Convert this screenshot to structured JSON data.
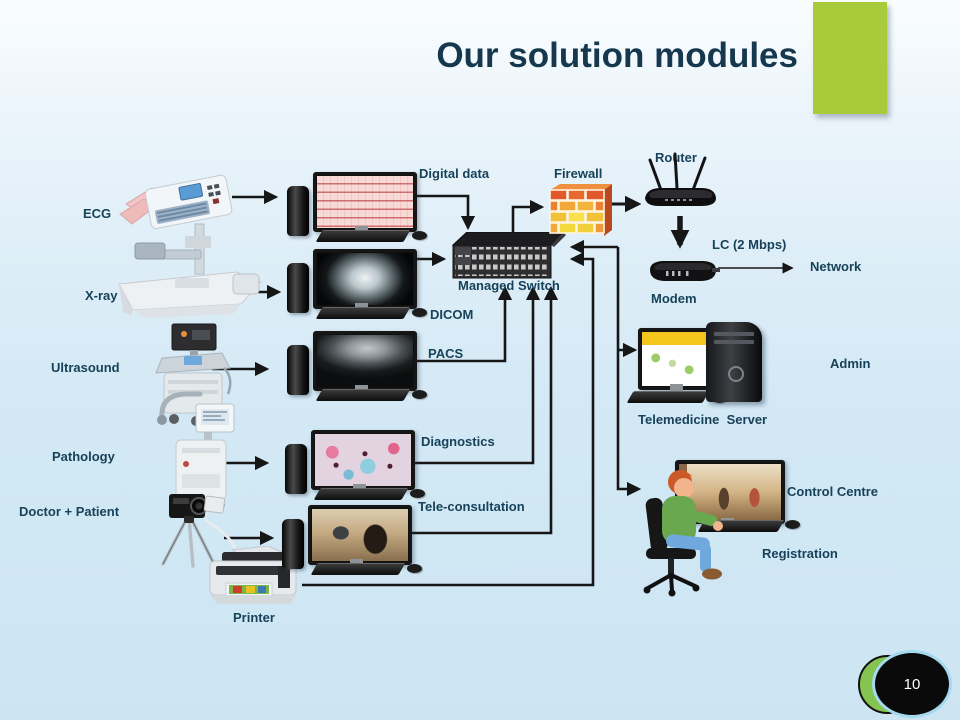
{
  "slide": {
    "title": "Our solution modules",
    "page_number": "10"
  },
  "colors": {
    "accent_green": "#a9ca3a",
    "badge_green": "#85c450",
    "text": "#174259",
    "firewall_orange": "#e2572b",
    "firewall_yellow": "#f4d93c"
  },
  "labels": {
    "ecg": "ECG",
    "xray": "X-ray",
    "ultrasound": "Ultrasound",
    "pathology": "Pathology",
    "doctor_patient": "Doctor + Patient",
    "printer": "Printer",
    "digital_data": "Digital data",
    "dicom": "DICOM",
    "pacs": "PACS",
    "diagnostics": "Diagnostics",
    "tele_consultation": "Tele-consultation",
    "managed_switch": "Managed Switch",
    "firewall": "Firewall",
    "router": "Router",
    "modem": "Modem",
    "lc": "LC (2 Mbps)",
    "network": "Network",
    "telemedicine_server": "Telemedicine  Server",
    "admin": "Admin",
    "control_centre": "Control Centre",
    "registration": "Registration"
  }
}
